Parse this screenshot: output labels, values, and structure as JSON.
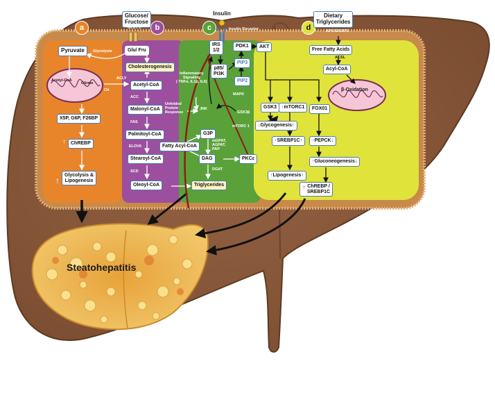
{
  "panels": {
    "a": {
      "letter": "a",
      "color": "#e8852b"
    },
    "b": {
      "letter": "b",
      "color": "#9b4f9e"
    },
    "c": {
      "letter": "c",
      "color": "#5aa13a"
    },
    "d": {
      "letter": "d",
      "color": "#e0e33a"
    }
  },
  "colors": {
    "liver": "#8b5a3a",
    "liver_edge": "#5c3a22",
    "steatosis": "#e8b04a",
    "arrow": "#111111",
    "red_path": "#8a1f14"
  },
  "top": {
    "glucose": "Glucose/\nFructose",
    "insulin": "Insulin",
    "insulin_receptor": "Insulin Receptor",
    "glut": "GLUT 2",
    "dietary": "Dietary\nTriglycerides",
    "apo": "APO-E/LRP1"
  },
  "panel_a": {
    "pyruvate": "Pyruvate",
    "glycolysis": "Glycolysis",
    "acetyl_coa": "Acetyl-CoA",
    "citrate": "Citrate",
    "cit": "Cit",
    "x5p": "X5P, G6P, F26BP",
    "chrebp": "ChREBP",
    "glyco_lipo": "Glycolysis &\nLipogenesis"
  },
  "panel_b": {
    "glu_fru": "Glu/ Fru",
    "cholesterogenesis": "Cholesterogenesis",
    "acly": "ACLY",
    "acetyl_coa": "Acetyl-CoA",
    "acc": "ACC",
    "malonyl": "Malonyl-CoA",
    "fas": "FAS",
    "palmitoyl": "Palmitoyl-CoA",
    "elov": "ELOV6",
    "stearoyl": "Stearoyl-CoA",
    "scd": "SCD",
    "oleoyl": "Oleoyl-CoA"
  },
  "panel_c": {
    "irs": "IRS\n1/2",
    "pdk1": "PDK1",
    "p85": "p85/\nPI3K",
    "pip3": "PIP3",
    "pip2": "PIP2",
    "inflam": "Inflammatory\nSignaling\n( TNFα, IL1β, IL6)",
    "mapk": "MAPK",
    "unfolded": "Unfolded\nProtein\nResponse",
    "jnk": "JNK",
    "gsk3b": "GSK3β",
    "mtorc1": "mTORC 1",
    "g3p": "G3P",
    "fatty_acyl": "Fatty Acyl-CoA",
    "mgpat": "mGPAT,\nAGPAT,\nPAP",
    "dag": "DAG",
    "pkce": "PKCε",
    "dgat": "DGAT",
    "triglycerides": "Triglycerides"
  },
  "panel_d": {
    "akt": "AKT",
    "ffa": "Free Fatty Acids",
    "acsl": "ACSL",
    "acyl_coa": "Acyl-CoA",
    "boxid": "β-Oxidation",
    "gsk3": "GSK3",
    "mtorc1": "mTORC1",
    "foxo1": "FOX01",
    "glycogenesis": "Glycogenesis",
    "srebp1c": "SREBP1C",
    "pepck": "PEPCK",
    "gluconeogenesis": "Gluconeogenesis",
    "lipogenesis": "Lipogenesis",
    "chrebp": "ChREBP /\nSREBP1C"
  },
  "steato": {
    "label": "Steatohepatitis"
  }
}
